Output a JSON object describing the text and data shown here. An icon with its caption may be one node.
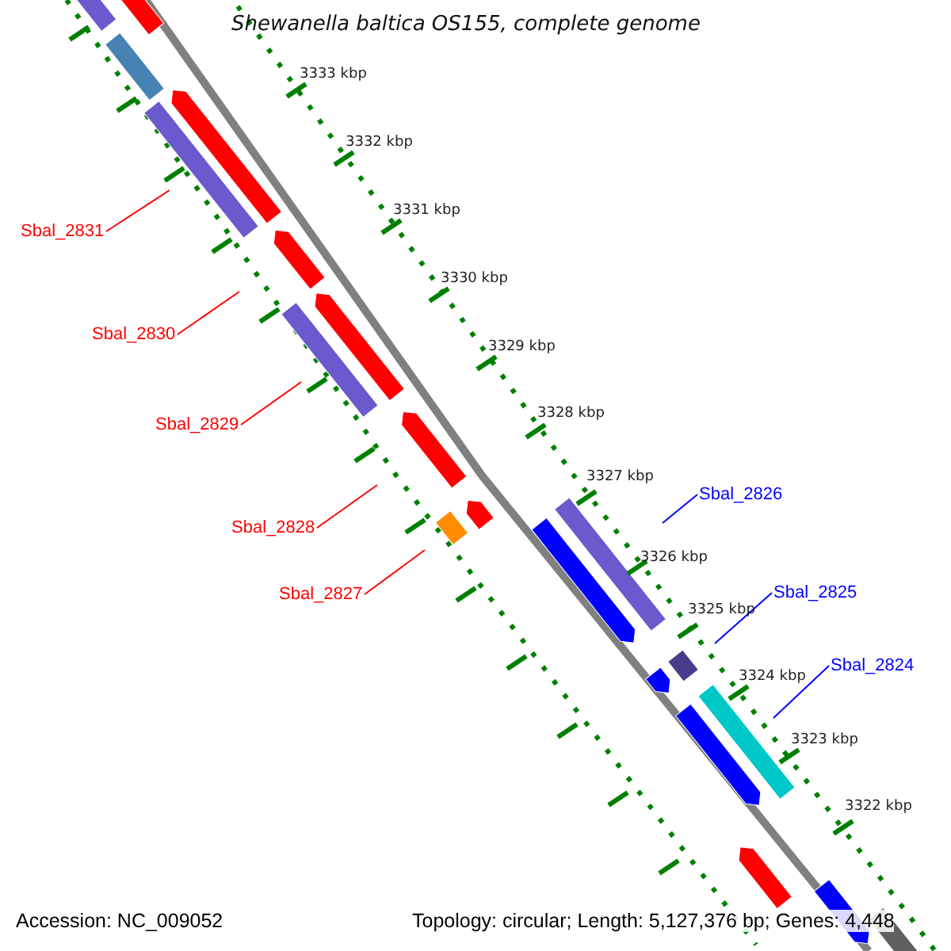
{
  "diagram": {
    "title": "Shewanella baltica OS155, complete genome",
    "nodes": [
      {
        "text": [
          "Sbal_2831"
        ]
      },
      {
        "text": [
          "Sbal_2830"
        ]
      },
      {
        "text": [
          "Sbal_2829"
        ]
      },
      {
        "text": [
          "Sbal_2828"
        ]
      },
      {
        "text": [
          "Sbal_2827"
        ]
      },
      {
        "text": [
          "Sbal_2826"
        ]
      },
      {
        "text": [
          "Sbal_2825"
        ]
      },
      {
        "text": [
          "Sbal_2824"
        ]
      }
    ],
    "edges": [
      {
        "from": 0,
        "to": null,
        "arrow": "none"
      },
      {
        "from": 1,
        "to": null,
        "arrow": "none"
      },
      {
        "from": 2,
        "to": null,
        "arrow": "none"
      },
      {
        "from": 3,
        "to": null,
        "arrow": "none"
      },
      {
        "from": 4,
        "to": null,
        "arrow": "none"
      },
      {
        "from": 5,
        "to": null,
        "arrow": "none",
        "color": "#0000ff"
      },
      {
        "from": 6,
        "to": null,
        "arrow": "none",
        "color": "#0000ff"
      },
      {
        "from": 7,
        "to": null,
        "arrow": "none",
        "color": "#0000ff"
      }
    ],
    "labels": [
      "3333 kbp",
      "3332 kbp",
      "3331 kbp",
      "3330 kbp",
      "3329 kbp",
      "3328 kbp",
      "3327 kbp",
      "3326 kbp",
      "3325 kbp",
      "3324 kbp",
      "3323 kbp",
      "3322 kbp",
      "Accession: NC_009052",
      "Topology: circular; Length: 5,127,376 bp; Genes: 4,448"
    ]
  }
}
